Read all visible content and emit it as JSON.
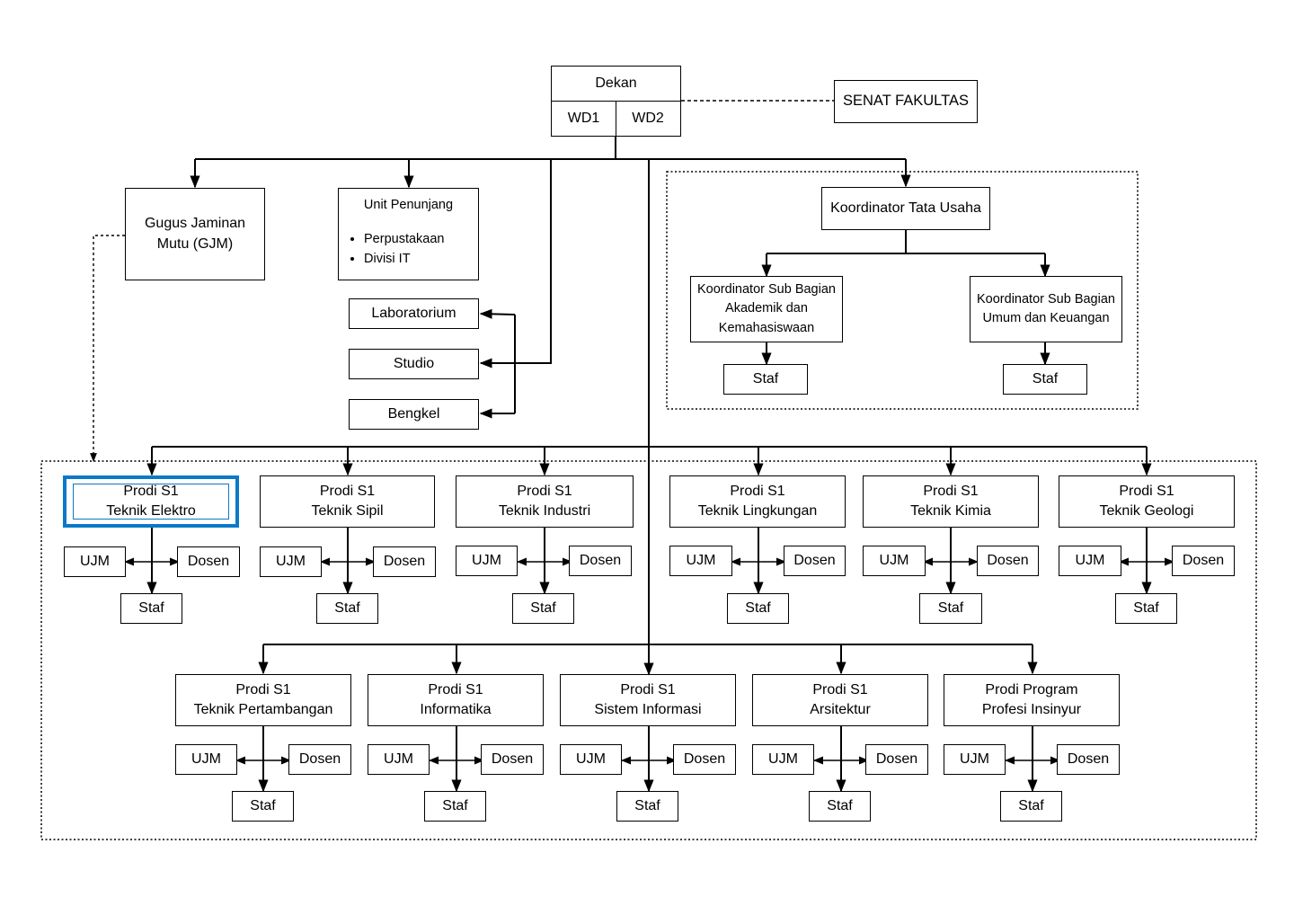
{
  "top": {
    "dekan": "Dekan",
    "wd1": "WD1",
    "wd2": "WD2",
    "senat": "SENAT FAKULTAS"
  },
  "gjm": {
    "line1": "Gugus Jaminan",
    "line2": "Mutu (GJM)"
  },
  "unit_penunjang": {
    "title": "Unit Penunjang",
    "items": [
      "Perpustakaan",
      "Divisi IT"
    ]
  },
  "facilities": [
    "Laboratorium",
    "Studio",
    "Bengkel"
  ],
  "tata_usaha": {
    "coordinator": "Koordinator Tata Usaha",
    "sub_akademik": [
      "Koordinator Sub Bagian",
      "Akademik dan",
      "Kemahasiswaan"
    ],
    "sub_umum": [
      "Koordinator Sub Bagian",
      "Umum dan Keuangan"
    ],
    "staf": "Staf"
  },
  "prodi_row1": [
    {
      "l1": "Prodi S1",
      "l2": "Teknik Elektro"
    },
    {
      "l1": "Prodi S1",
      "l2": "Teknik Sipil"
    },
    {
      "l1": "Prodi S1",
      "l2": "Teknik Industri"
    },
    {
      "l1": "Prodi S1",
      "l2": "Teknik Lingkungan"
    },
    {
      "l1": "Prodi S1",
      "l2": "Teknik Kimia"
    },
    {
      "l1": "Prodi S1",
      "l2": "Teknik Geologi"
    }
  ],
  "prodi_row2": [
    {
      "l1": "Prodi S1",
      "l2": "Teknik Pertambangan"
    },
    {
      "l1": "Prodi S1",
      "l2": "Informatika"
    },
    {
      "l1": "Prodi S1",
      "l2": "Sistem Informasi"
    },
    {
      "l1": "Prodi S1",
      "l2": "Arsitektur"
    },
    {
      "l1": "Prodi Program",
      "l2": "Profesi Insinyur"
    }
  ],
  "labels": {
    "ujm": "UJM",
    "dosen": "Dosen",
    "staf": "Staf"
  },
  "colors": {
    "line": "#000000",
    "highlight": "#0b79c8"
  }
}
